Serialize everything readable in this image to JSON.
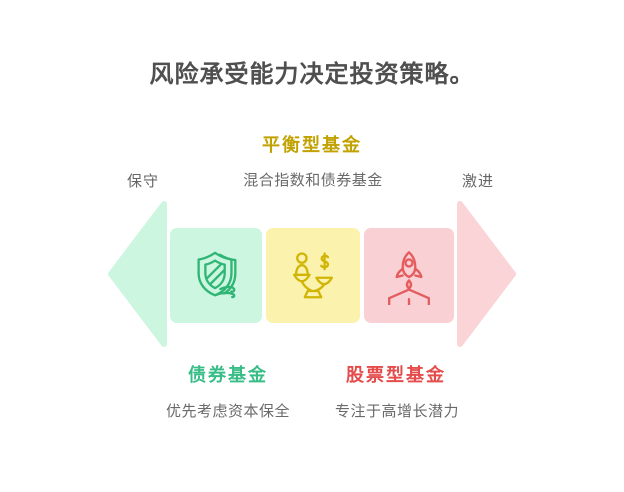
{
  "title": "风险承受能力决定投资策略。",
  "spectrum": {
    "left_label": "保守",
    "right_label": "激进"
  },
  "funds": [
    {
      "name": "债券基金",
      "description": "优先考虑资本保全",
      "icon": "shield-wind-icon",
      "name_color": "#38bd87",
      "box_fill": "#ccf6e0",
      "icon_stroke": "#2fb574"
    },
    {
      "name": "平衡型基金",
      "description": "混合指数和债券基金",
      "icon": "balance-scale-icon",
      "name_color": "#c2a200",
      "box_fill": "#fbf2ae",
      "icon_stroke": "#d1b505"
    },
    {
      "name": "股票型基金",
      "description": "专注于高增长潜力",
      "icon": "rocket-launch-icon",
      "name_color": "#e54c4c",
      "box_fill": "#f9d0d3",
      "icon_stroke": "#e45c5e"
    }
  ],
  "arrow": {
    "left_fill": "#ccf6e0",
    "right_fill": "#fad4d7"
  },
  "colors": {
    "title_text": "#4f4f4f",
    "secondary_text": "#6a6a6a",
    "background": "#ffffff"
  }
}
